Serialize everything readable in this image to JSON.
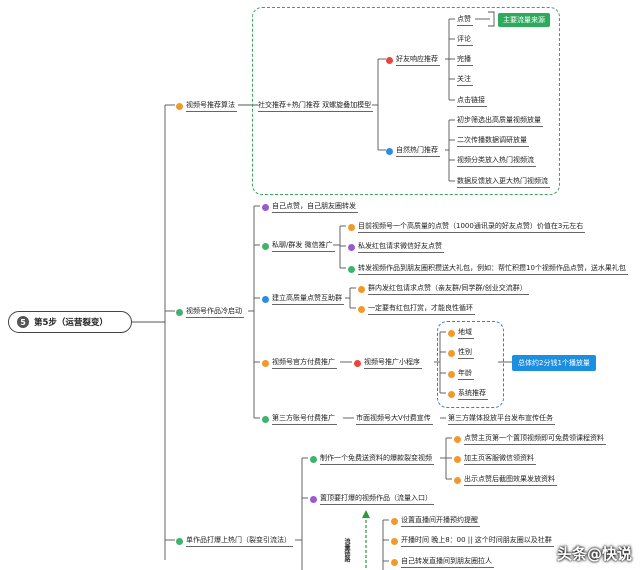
{
  "root": {
    "number": "5",
    "label": "第5步（运营裂变）"
  },
  "branch1": {
    "label": "视频号推荐算法",
    "sub": "社交推荐+热门推荐 双螺旋叠加模型",
    "friend": {
      "label": "好友响应推荐",
      "items": [
        "点赞",
        "评论",
        "完播",
        "关注",
        "点击链接"
      ]
    },
    "main_source": "主要流量来源",
    "hot": {
      "label": "自然热门推荐",
      "items": [
        "初步筛选出高质量视频放量",
        "二次传播数据调研放量",
        "视频分类放入热门视频流",
        "数据反馈放入更大热门视频流"
      ]
    }
  },
  "branch2": {
    "label": "视频号作品冷启动",
    "items": [
      {
        "label": "自己点赞，自己朋友圈转发"
      },
      {
        "label": "私聊/群发 微信推广",
        "children": [
          "目前视频号一个高质量的点赞（1000通讯录的好友点赞）价值在3元左右",
          "私发红包请求微信好友点赞",
          "转发视频作品到朋友圈积攒送大礼包，例如：帮忙积攒10个视频作品点赞，送水果礼包"
        ]
      },
      {
        "label": "建立高质量点赞互助群",
        "children": [
          "群内发红包请求点赞（亲友群/同学群/创业交流群）",
          "一定要有红包打赏，才能良性循环"
        ]
      },
      {
        "label": "视频号官方付费推广",
        "sub": "视频号推广小程序",
        "targets": [
          "地域",
          "性别",
          "年龄",
          "系统推荐"
        ],
        "note": "总体约2分钱1个播放量"
      },
      {
        "label": "第三方账号付费推广",
        "sub": "市面视频号大V付费宣传",
        "sub2": "第三方媒体投放平台发布宣传任务"
      }
    ]
  },
  "branch3": {
    "label": "单作品打爆上热门（裂变引流法）",
    "items": [
      {
        "label": "制作一个免费送资料的爆款裂变视频",
        "children": [
          "点赞主页第一个置顶视频即可免费领课程资料",
          "加主页客服微信领资料",
          "出示点赞后截图效果发放资料"
        ]
      },
      {
        "label": "置顶要打爆的视频作品（流量入口）"
      }
    ],
    "flow_label": "流量链路",
    "steps": [
      "设置直播间开播预约提醒",
      "开播时间 晚上8：00 || 这个时间朋友圈以及社群",
      "自己转发直播间到朋友圈拉人"
    ]
  },
  "watermark": {
    "text": "头条@快说"
  },
  "colors": {
    "red": "#e8453c",
    "green": "#3db36b",
    "blue": "#2f8be0",
    "orange": "#f19a2a",
    "purple": "#9b59d0",
    "gray": "#555555"
  }
}
